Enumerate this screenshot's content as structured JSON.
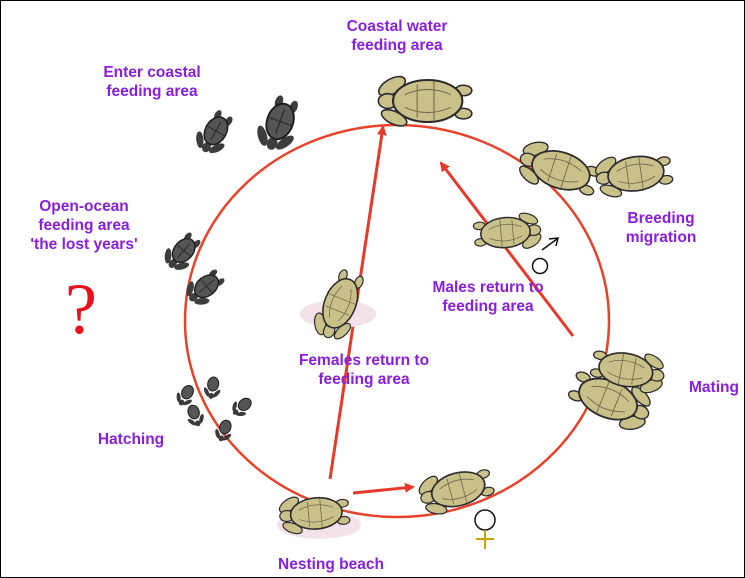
{
  "labels": {
    "coastal_water_feeding_area": "Coastal water\nfeeding area",
    "enter_coastal_feeding_area": "Enter coastal\nfeeding area",
    "open_ocean_feeding_area": "Open-ocean\nfeeding area\n'the lost years'",
    "breeding_migration": "Breeding\nmigration",
    "males_return": "Males return to\nfeeding area",
    "females_return": "Females return to\nfeeding area",
    "mating": "Mating",
    "hatching": "Hatching",
    "nesting_beach": "Nesting beach"
  },
  "unknown_marker": "?",
  "colors": {
    "label": "#8a1ee0",
    "cycle": "#e8432a",
    "arrow": "#e83a2a",
    "question": "#e8101a",
    "adult_shell": "#c9c08a",
    "young_shell": "#4a4a4a"
  },
  "icons": [
    "adult-turtle-icon",
    "juvenile-turtle-icon",
    "hatchling-turtle-icon",
    "male-symbol-icon",
    "female-symbol-icon"
  ]
}
